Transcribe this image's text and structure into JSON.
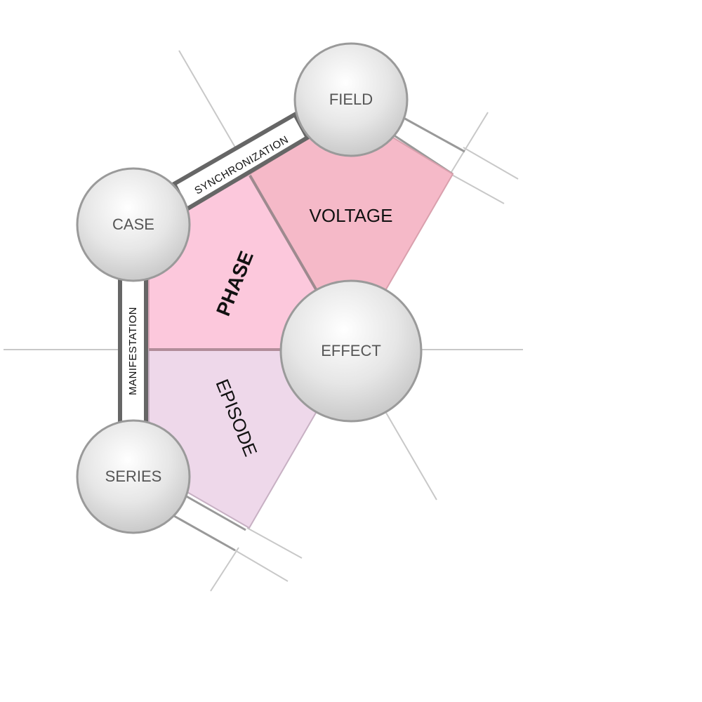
{
  "nodes": {
    "field": "FIELD",
    "case": "CASE",
    "effect": "EFFECT",
    "series": "SERIES"
  },
  "regions": {
    "voltage": "VOLTAGE",
    "phase": "PHASE",
    "episode": "EPISODE"
  },
  "links": {
    "synchronization": "SYNCHRONIZATION",
    "manifestation": "MANIFESTATION"
  },
  "colors": {
    "voltage_fill": "#f5b9c8",
    "phase_fill": "#fcc8dc",
    "episode_fill": "#eed8ea",
    "node_stroke": "#999999"
  }
}
